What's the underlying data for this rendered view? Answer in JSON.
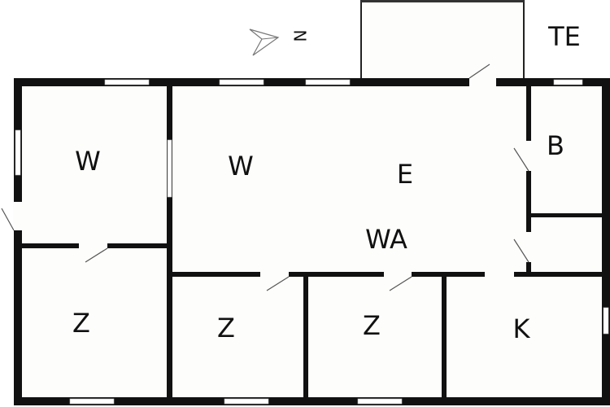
{
  "plan": {
    "compass_letter": "N",
    "rooms": {
      "terrace": "TE",
      "living_left": "W",
      "living_main": "W",
      "dining": "E",
      "bathroom": "B",
      "utility": "WA",
      "bedroom_1": "Z",
      "bedroom_2": "Z",
      "bedroom_3": "Z",
      "kitchen": "K"
    },
    "colors": {
      "wall": "#111111",
      "floor": "#fdfdfb",
      "window": "#ffffff"
    }
  }
}
